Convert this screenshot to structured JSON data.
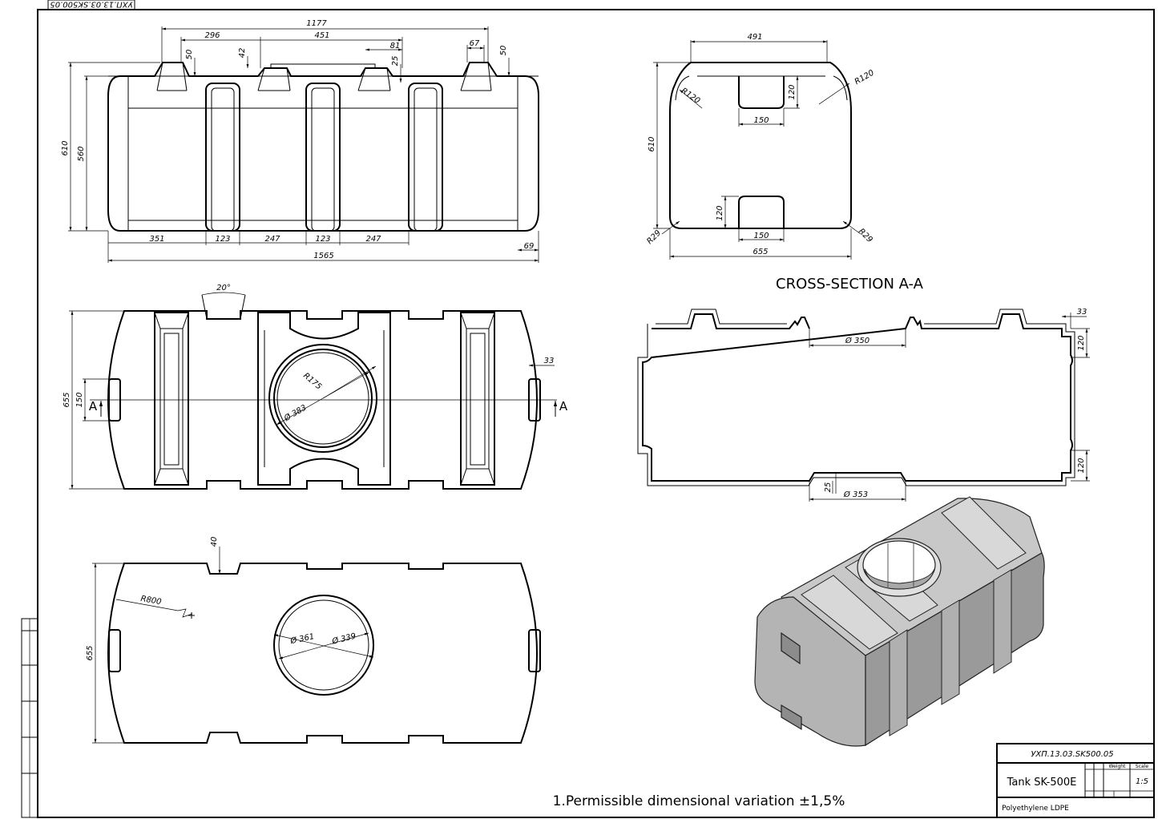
{
  "corner_stamp": "УХП.13.03.SK500.05",
  "views": {
    "front": {
      "dims": {
        "overall_top": "1177",
        "d296": "296",
        "d451": "451",
        "d81": "81",
        "d67": "67",
        "d50a": "50",
        "d42": "42",
        "d25": "25",
        "d50b": "50",
        "h610": "610",
        "h560": "560",
        "b351": "351",
        "b123a": "123",
        "b247a": "247",
        "b123b": "123",
        "b247b": "247",
        "b69": "69",
        "b1565": "1565"
      }
    },
    "side": {
      "dims": {
        "w491": "491",
        "r120a": "R120",
        "r120b": "R120",
        "h120a": "120",
        "w150a": "150",
        "h610": "610",
        "h120b": "120",
        "w150b": "150",
        "r29a": "R29",
        "r29b": "R29",
        "w655": "655"
      }
    },
    "top": {
      "dims": {
        "a20": "20°",
        "r175": "R175",
        "d383": "Ø 383",
        "h655": "655",
        "h150": "150",
        "d33": "33",
        "sec_left": "A",
        "sec_right": "A"
      }
    },
    "bottom": {
      "dims": {
        "d40": "40",
        "r800": "R800",
        "h655": "655",
        "d361": "Ø 361",
        "d339": "Ø 339"
      }
    },
    "section": {
      "title": "CROSS-SECTION A-A",
      "dims": {
        "d33": "33",
        "d350": "Ø 350",
        "h120a": "120",
        "h120b": "120",
        "d25": "25",
        "d353": "Ø 353"
      }
    }
  },
  "note": "1.Permissible dimensional variation  ±1,5%",
  "title_block": {
    "doc_number": "УХП.13.03.SK500.05",
    "name": "Tank SK-500E",
    "weight_label": "Weight",
    "scale_label": "Scale",
    "scale": "1:5",
    "material": "Polyethylene LDPE"
  }
}
